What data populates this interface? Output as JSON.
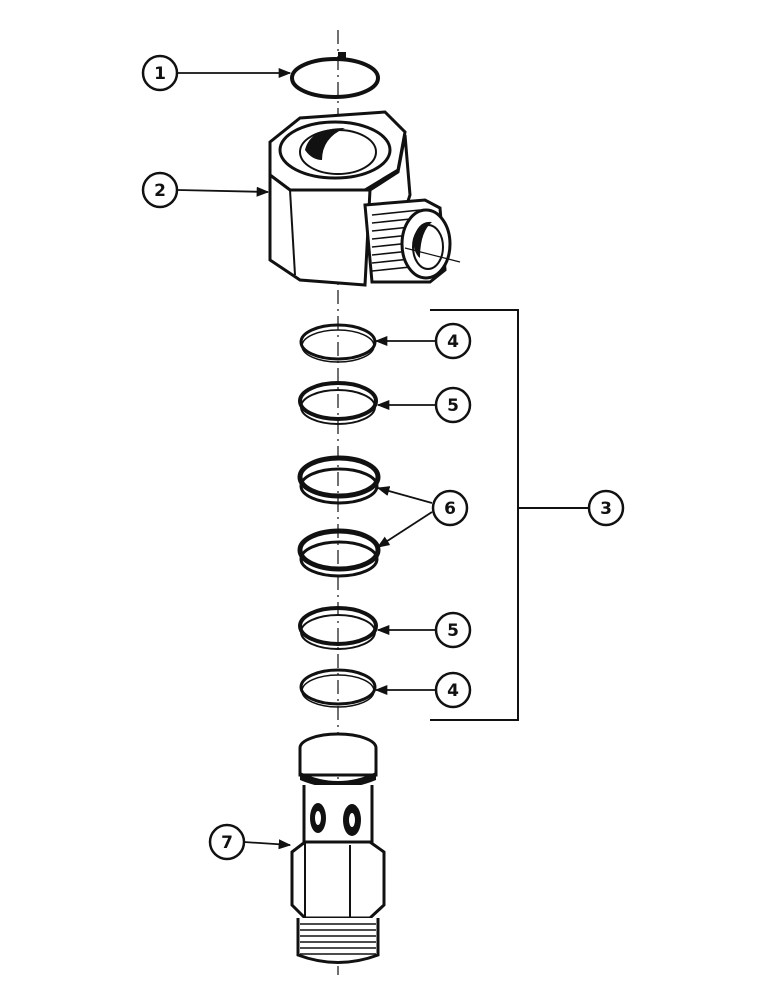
{
  "callouts": {
    "c1": "1",
    "c2": "2",
    "c3": "3",
    "c4_top": "4",
    "c5_top": "5",
    "c6": "6",
    "c5_bottom": "5",
    "c4_bottom": "4",
    "c7": "7"
  },
  "colors": {
    "ink": "#111111",
    "paper": "#ffffff"
  }
}
